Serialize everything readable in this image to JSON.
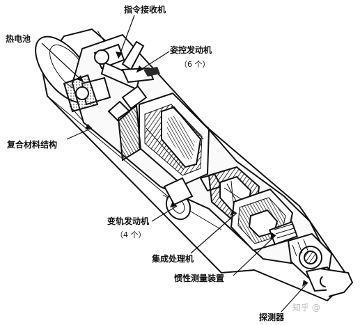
{
  "labels": {
    "command_receiver": "指令接收机",
    "thermal_battery": "热电池",
    "attitude_engine": "姿控发动机",
    "attitude_engine_count": "（6 个）",
    "composite_structure": "复合材料结构",
    "orbit_change_engine": "变轨发动机",
    "orbit_change_engine_count": "（4 个）",
    "integrated_processor": "集成处理机",
    "inertial_measurement_unit": "惯性测量装置",
    "detector": "探测器"
  },
  "watermark": "知乎 @"
}
